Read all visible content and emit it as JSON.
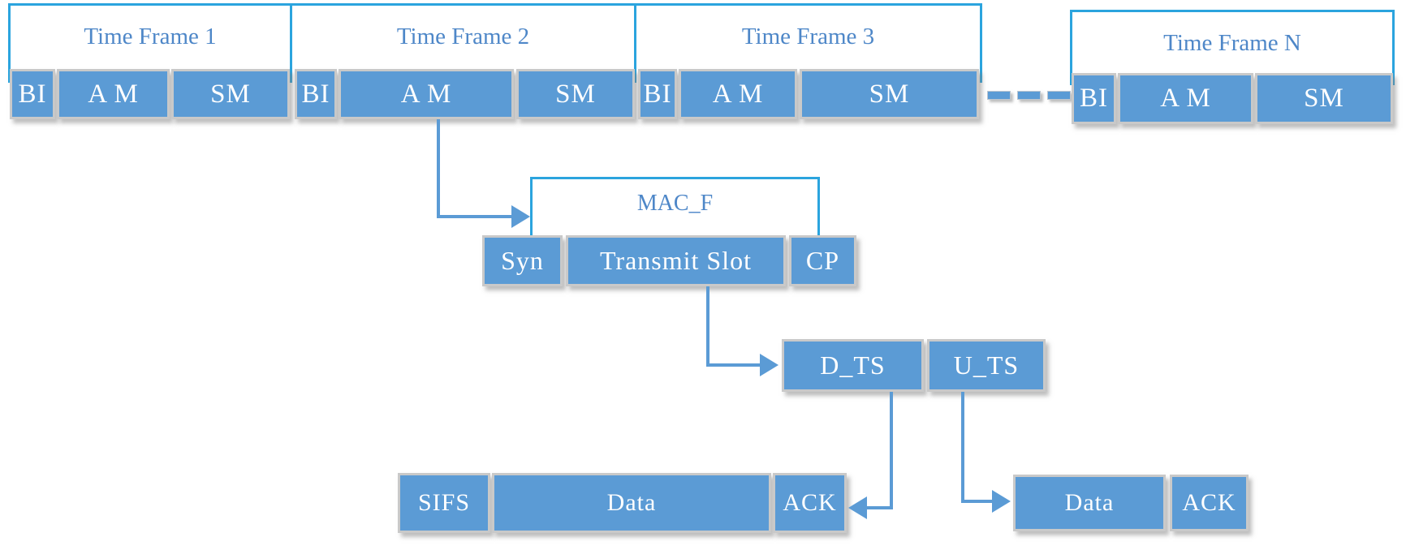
{
  "colors": {
    "segment_fill": "#5b9bd5",
    "segment_border": "#c9c9c9",
    "segment_text": "#ffffff",
    "bracket_border": "#2ba4de",
    "bracket_text": "#4e87c8",
    "arrow": "#5b9bd5",
    "background": "#ffffff"
  },
  "time_frames": [
    {
      "label": "Time Frame 1",
      "segments": [
        "BI",
        "A M",
        "SM"
      ]
    },
    {
      "label": "Time Frame 2",
      "segments": [
        "BI",
        "A M",
        "SM"
      ]
    },
    {
      "label": "Time Frame 3",
      "segments": [
        "BI",
        "A M",
        "SM"
      ]
    },
    {
      "label": "Time Frame N",
      "segments": [
        "BI",
        "A M",
        "SM"
      ]
    }
  ],
  "ellipsis": {
    "style": "dashed-line",
    "dash_count": 3
  },
  "mac_frame": {
    "label": "MAC_F",
    "segments": [
      "Syn",
      "Transmit Slot",
      "CP"
    ]
  },
  "transmit_slot_detail": {
    "segments": [
      "D_TS",
      "U_TS"
    ]
  },
  "downlink_detail": {
    "segments": [
      "SIFS",
      "Data",
      "ACK"
    ]
  },
  "uplink_detail": {
    "segments": [
      "Data",
      "ACK"
    ]
  }
}
